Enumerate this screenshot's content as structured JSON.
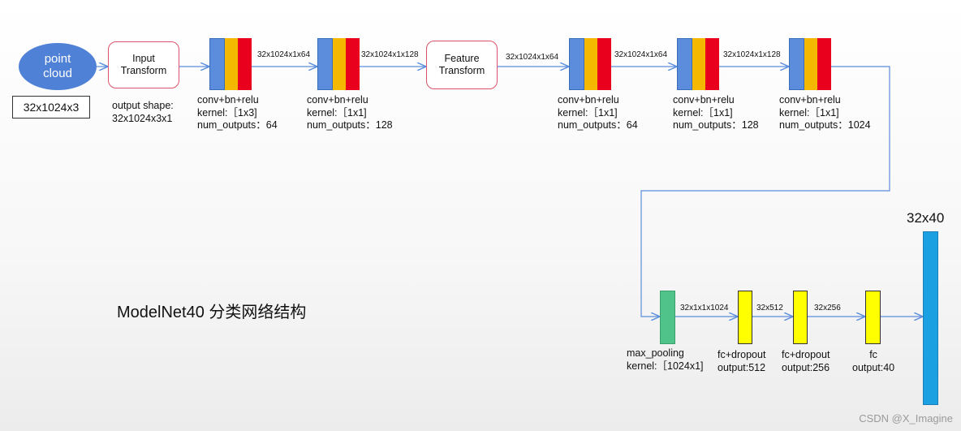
{
  "input_node": {
    "label": "point\ncloud"
  },
  "input_shape": "32x1024x3",
  "input_transform": {
    "label": "Input\nTransform",
    "caption": "output shape:\n32x1024x3x1"
  },
  "feature_transform": {
    "label": "Feature\nTransform"
  },
  "conv_blocks": [
    {
      "caption": "conv+bn+relu\nkernel:［1x3]\nnum_outputs：64"
    },
    {
      "caption": "conv+bn+relu\nkernel:［1x1]\nnum_outputs：128"
    },
    {
      "caption": "conv+bn+relu\nkernel:［1x1]\nnum_outputs：64"
    },
    {
      "caption": "conv+bn+relu\nkernel:［1x1]\nnum_outputs：128"
    },
    {
      "caption": "conv+bn+relu\nkernel:［1x1]\nnum_outputs：1024"
    }
  ],
  "edge_labels": [
    "32x1024x1x64",
    "32x1024x1x128",
    "32x1024x1x64",
    "32x1024x1x64",
    "32x1024x1x128",
    "32x1x1x1024",
    "32x512",
    "32x256"
  ],
  "head_blocks": [
    {
      "caption": "max_pooling\nkernel:［1024x1]"
    },
    {
      "caption": "fc+dropout\noutput:512"
    },
    {
      "caption": "fc+dropout\noutput:256"
    },
    {
      "caption": "fc\noutput:40"
    }
  ],
  "output_label": "32x40",
  "title": "ModelNet40 分类网络结构",
  "watermark": "CSDN @X_Imagine",
  "colors": {
    "arrow": "#5b8ddc",
    "conv_blue": "#5b8ddc",
    "conv_orange": "#f5b800",
    "conv_red": "#e8001c",
    "pool_green": "#4fc38a",
    "fc_yellow": "#ffff00",
    "output_bar": "#1ba1e2",
    "transform_border": "#d9536a"
  }
}
